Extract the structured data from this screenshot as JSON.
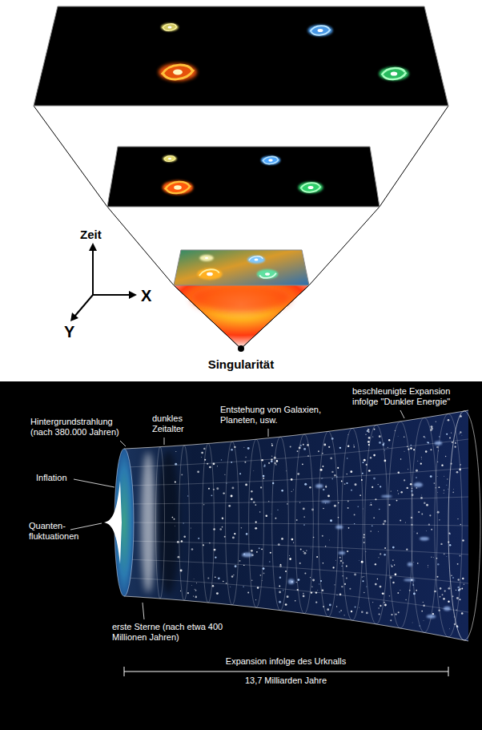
{
  "diagram": {
    "labels": [
      "Zeit",
      "X",
      "Y",
      "Singularität",
      "beschleunigte Expansion infolge \"Dunkler Energie\"",
      "Hintergrundstrahlung (nach 380.000 Jahren)",
      "dunkles Zeitalter",
      "Entstehung von Galaxien, Planeten, usw.",
      "Inflation",
      "Quanten- fluktuationen",
      "erste Sterne (nach etwa 400 Millionen Jahren)",
      "Expansion infolge des Urknalls",
      "13,7 Milliarden Jahre"
    ]
  }
}
